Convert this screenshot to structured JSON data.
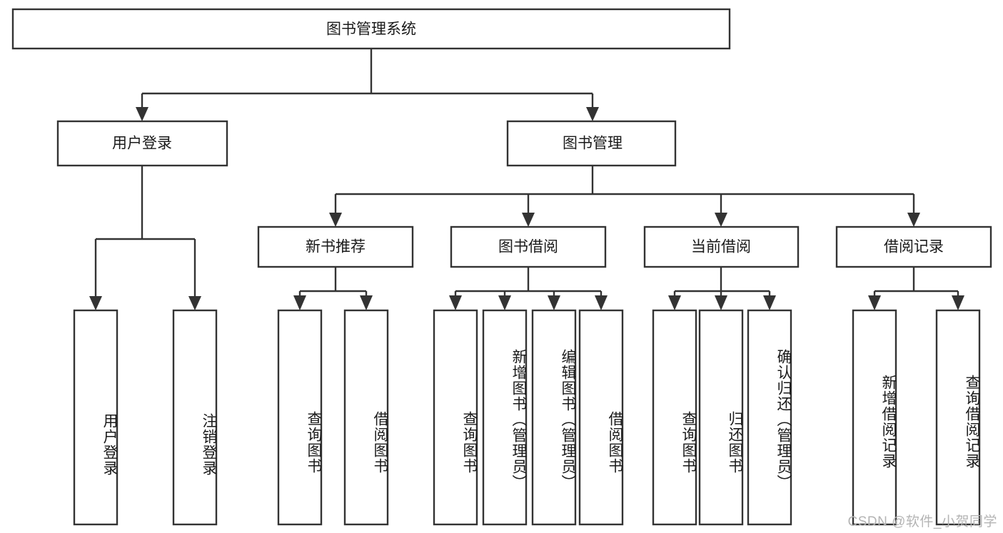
{
  "diagram": {
    "title": "图书管理系统",
    "type": "tree-hierarchy-diagram",
    "watermark": "CSDN @软件_小贺同学",
    "colors": {
      "stroke": "#333333",
      "box_fill": "#ffffff",
      "text": "#1a1a1a",
      "background": "#ffffff",
      "watermark": "#b4b4b4"
    },
    "root": {
      "id": "root",
      "label": "图书管理系统"
    },
    "level2": [
      {
        "id": "user-login",
        "label": "用户登录"
      },
      {
        "id": "book-management",
        "label": "图书管理"
      }
    ],
    "level3": [
      {
        "id": "new-book-recommend",
        "label": "新书推荐",
        "parent": "book-management"
      },
      {
        "id": "book-borrow",
        "label": "图书借阅",
        "parent": "book-management"
      },
      {
        "id": "current-borrow",
        "label": "当前借阅",
        "parent": "book-management"
      },
      {
        "id": "borrow-record",
        "label": "借阅记录",
        "parent": "book-management"
      }
    ],
    "leaves": [
      {
        "id": "leaf-user-login",
        "label": "用户登录",
        "parent": "user-login"
      },
      {
        "id": "leaf-user-logout",
        "label": "注销登录",
        "parent": "user-login"
      },
      {
        "id": "leaf-query-book-1",
        "label": "查询图书",
        "parent": "new-book-recommend"
      },
      {
        "id": "leaf-borrow-book-1",
        "label": "借阅图书",
        "parent": "new-book-recommend"
      },
      {
        "id": "leaf-query-book-2",
        "label": "查询图书",
        "parent": "book-borrow"
      },
      {
        "id": "leaf-add-book",
        "label": "新增图书（管理员）",
        "parent": "book-borrow"
      },
      {
        "id": "leaf-edit-book",
        "label": "编辑图书（管理员）",
        "parent": "book-borrow"
      },
      {
        "id": "leaf-borrow-book-2",
        "label": "借阅图书",
        "parent": "book-borrow"
      },
      {
        "id": "leaf-query-book-3",
        "label": "查询图书",
        "parent": "current-borrow"
      },
      {
        "id": "leaf-return-book",
        "label": "归还图书",
        "parent": "current-borrow"
      },
      {
        "id": "leaf-confirm-return",
        "label": "确认归还（管理员）",
        "parent": "current-borrow"
      },
      {
        "id": "leaf-add-record",
        "label": "新增借阅记录",
        "parent": "borrow-record"
      },
      {
        "id": "leaf-query-record",
        "label": "查询借阅记录",
        "parent": "borrow-record"
      }
    ]
  }
}
